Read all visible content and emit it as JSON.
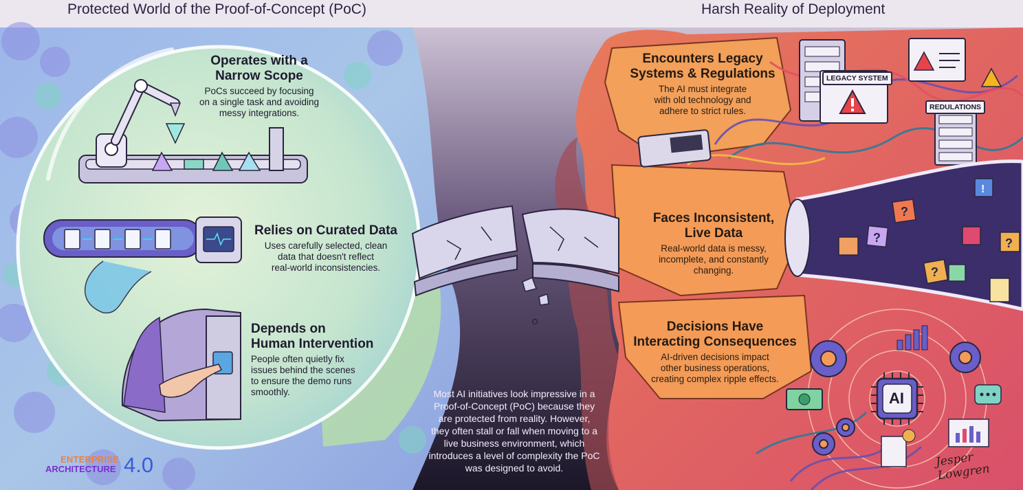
{
  "headers": {
    "left": "Protected World of the Proof-of-Concept (PoC)",
    "right": "Harsh Reality of Deployment"
  },
  "left_blocks": [
    {
      "title": "Operates with a Narrow Scope",
      "title_l1": "Operates with a",
      "title_l2": "Narrow Scope",
      "body": "PoCs succeed by focusing on a single task and avoiding messy integrations.",
      "body_l1": "PoCs succeed by focusing",
      "body_l2": "on a single task and avoiding",
      "body_l3": "messy integrations."
    },
    {
      "title": "Relies on Curated Data",
      "body_l1": "Uses carefully selected, clean",
      "body_l2": "data that doesn't reflect",
      "body_l3": "real-world inconsistencies."
    },
    {
      "title_l1": "Depends on",
      "title_l2": "Human Intervention",
      "body_l1": "People often quietly fix",
      "body_l2": "issues behind the scenes",
      "body_l3": "to ensure the demo runs",
      "body_l4": "smoothly."
    }
  ],
  "right_blocks": [
    {
      "title_l1": "Encounters Legacy",
      "title_l2": "Systems & Regulations",
      "body_l1": "The AI must integrate",
      "body_l2": "with old technology and",
      "body_l3": "adhere to strict rules."
    },
    {
      "title_l1": "Faces Inconsistent,",
      "title_l2": "Live Data",
      "body_l1": "Real-world data is messy,",
      "body_l2": "incomplete, and constantly",
      "body_l3": "changing."
    },
    {
      "title_l1": "Decisions Have",
      "title_l2": "Interacting Consequences",
      "body_l1": "AI-driven decisions impact",
      "body_l2": "other business operations,",
      "body_l3": "creating complex ripple effects."
    }
  ],
  "center_note": {
    "l1": "Most AI initiatives look impressive in a",
    "l2": "Proof-of-Concept (PoC) because they",
    "l3": "are protected from reality. However,",
    "l4": "they often stall or fall when moving to a",
    "l5": "live business environment, which",
    "l6": "introduces a level of complexity the PoC",
    "l7": "was designed to avoid."
  },
  "tags": {
    "legacy_system": "LEGACY SYSTEM",
    "regulations": "REDULATIONS",
    "ai_chip": "AI"
  },
  "logo": {
    "line1": "ENTERPRISE",
    "line2": "ARCHITECTURE",
    "version": "4.0"
  },
  "signature": "Jesper Lowgren",
  "colors": {
    "left_bg": "#b9c8ee",
    "bubble": "#cfe8d2",
    "right_bg": "#f08a55",
    "cliff": "#f3a15a",
    "chasm": "#2b2240",
    "text_dark": "#1e1b2e"
  },
  "icons": [
    "robot-arm-icon",
    "prism-shape-icon",
    "document-icon",
    "monitor-icon",
    "hand-pointer-icon",
    "server-rack-icon",
    "warning-icon",
    "router-icon",
    "question-icon",
    "gear-icon",
    "bar-chart-icon",
    "money-icon",
    "chat-bubble-icon",
    "ai-chip-icon"
  ]
}
